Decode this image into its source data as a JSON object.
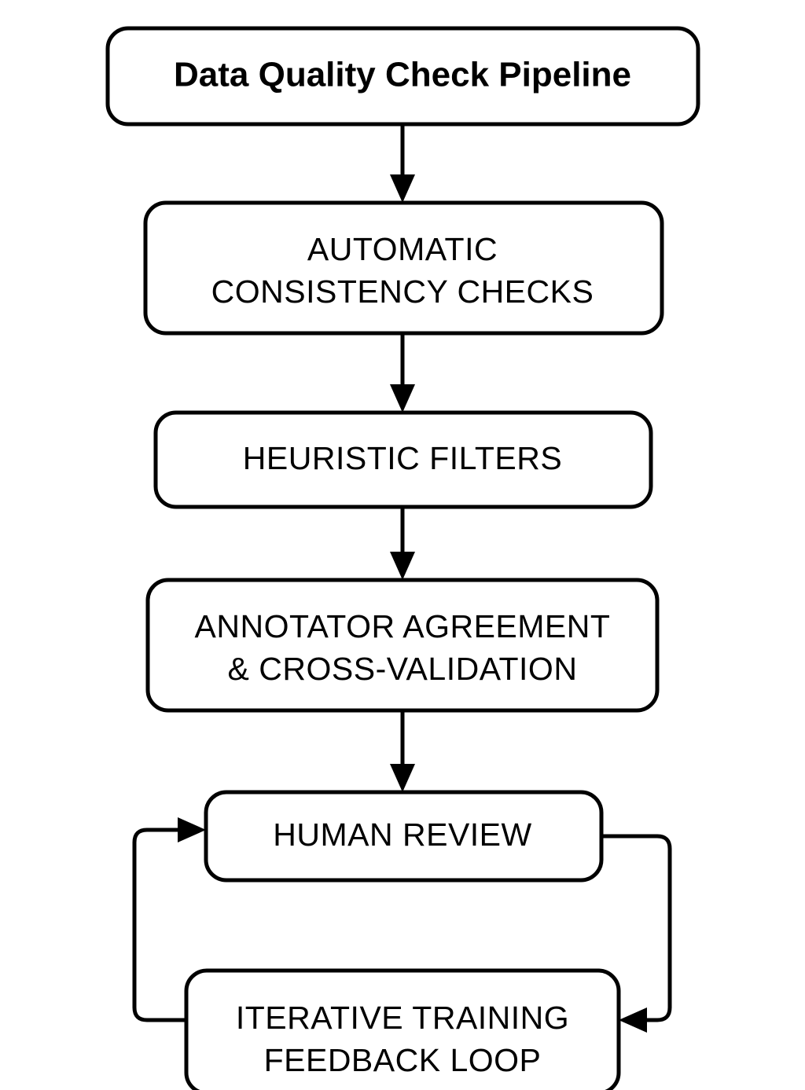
{
  "diagram": {
    "type": "flowchart",
    "orientation": "top-to-bottom",
    "title": "Data Quality Check Pipeline",
    "background_color": "#ffffff",
    "stroke_color": "#000000",
    "fill_color": "#ffffff",
    "nodes": [
      {
        "id": "title",
        "label": "Data Quality Check Pipeline",
        "shape": "rounded-rectangle",
        "emphasis": "bold",
        "lines": [
          "Data Quality Check Pipeline"
        ]
      },
      {
        "id": "automatic-consistency-checks",
        "label": "AUTOMATIC CONSISTENCY CHECKS",
        "shape": "rounded-rectangle",
        "emphasis": "regular",
        "lines": [
          "AUTOMATIC",
          "CONSISTENCY CHECKS"
        ]
      },
      {
        "id": "heuristic-filters",
        "label": "HEURISTIC FILTERS",
        "shape": "rounded-rectangle",
        "emphasis": "regular",
        "lines": [
          "HEURISTIC FILTERS"
        ]
      },
      {
        "id": "annotator-agreement",
        "label": "ANNOTATOR AGREEMENT & CROSS-VALIDATION",
        "shape": "rounded-rectangle",
        "emphasis": "regular",
        "lines": [
          "ANNOTATOR AGREEMENT",
          "& CROSS-VALIDATION"
        ]
      },
      {
        "id": "human-review",
        "label": "HUMAN REVIEW",
        "shape": "rounded-rectangle",
        "emphasis": "regular",
        "lines": [
          "HUMAN REVIEW"
        ]
      },
      {
        "id": "iterative-training-feedback-loop",
        "label": "ITERATIVE TRAINING FEEDBACK LOOP",
        "shape": "rounded-rectangle",
        "emphasis": "regular",
        "lines": [
          "ITERATIVE TRAINING",
          "FEEDBACK LOOP"
        ]
      }
    ],
    "edges": [
      {
        "id": "e1",
        "from": "title",
        "to": "automatic-consistency-checks",
        "style": "straight-arrow",
        "direction": "down"
      },
      {
        "id": "e2",
        "from": "automatic-consistency-checks",
        "to": "heuristic-filters",
        "style": "straight-arrow",
        "direction": "down"
      },
      {
        "id": "e3",
        "from": "heuristic-filters",
        "to": "annotator-agreement",
        "style": "straight-arrow",
        "direction": "down"
      },
      {
        "id": "e4",
        "from": "annotator-agreement",
        "to": "human-review",
        "style": "straight-arrow",
        "direction": "down"
      },
      {
        "id": "e5",
        "from": "human-review",
        "to": "iterative-training-feedback-loop",
        "style": "elbow-arrow-right",
        "direction": "down-right"
      },
      {
        "id": "e6",
        "from": "iterative-training-feedback-loop",
        "to": "human-review",
        "style": "elbow-arrow-left",
        "direction": "up-left"
      }
    ]
  }
}
